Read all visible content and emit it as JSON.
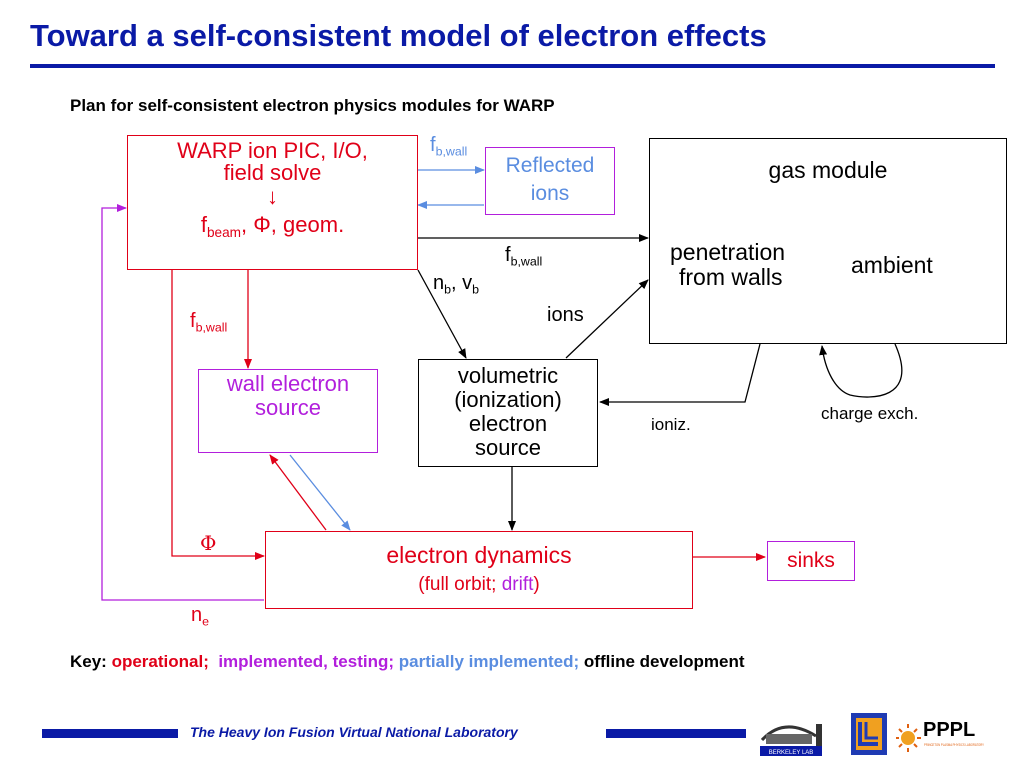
{
  "title": "Toward a self-consistent model of electron effects",
  "subtitle": "Plan for self-consistent electron physics modules for WARP",
  "boxes": {
    "warp": {
      "line1": "WARP ion PIC, I/O,",
      "line2": "field solve",
      "arrow": "↓",
      "f": "f",
      "f_sub": "beam",
      "rest": ", Φ, geom."
    },
    "reflected": {
      "line1": "Reflected",
      "line2": "ions"
    },
    "gas": {
      "title": "gas module",
      "pen1": "penetration",
      "pen2": "from walls",
      "ambient": "ambient"
    },
    "wall_source": {
      "line1": "wall electron",
      "line2": "source"
    },
    "volumetric": {
      "line1": "volumetric",
      "line2": "(ionization)",
      "line3": "electron",
      "line4": "source"
    },
    "dynamics": {
      "line1": "electron dynamics",
      "line2a": "(full orbit; ",
      "line2b": "drift",
      "line2c": ")"
    },
    "sinks": {
      "label": "sinks"
    }
  },
  "labels": {
    "fbwall_top": {
      "main": "f",
      "sub": "b,wall"
    },
    "fbwall_mid": {
      "main": "f",
      "sub": "b,wall"
    },
    "fbwall_left": {
      "main": "f",
      "sub": "b,wall"
    },
    "nb_vb": {
      "n": "n",
      "nsub": "b",
      "sep": ", v",
      "vsub": "b"
    },
    "ions": "ions",
    "ioniz": "ioniz.",
    "charge_exch": "charge exch.",
    "phi": "Φ",
    "ne": {
      "main": "n",
      "sub": "e"
    }
  },
  "key": {
    "prefix": "Key: ",
    "operational": "operational;",
    "implemented": "implemented, testing;",
    "partial": "partially implemented;",
    "offline": "offline development"
  },
  "footer": {
    "text": "The Heavy Ion Fusion Virtual National Laboratory",
    "logo1": "BERKELEY LAB",
    "logo3": "PPPL",
    "logo3_sub": "PRINCETON PLASMA PHYSICS LABORATORY"
  },
  "colors": {
    "operational": "#e00018",
    "implemented": "#b21fdc",
    "partial": "#5a8de0",
    "offline": "#000000",
    "brand": "#0a1aa6"
  }
}
